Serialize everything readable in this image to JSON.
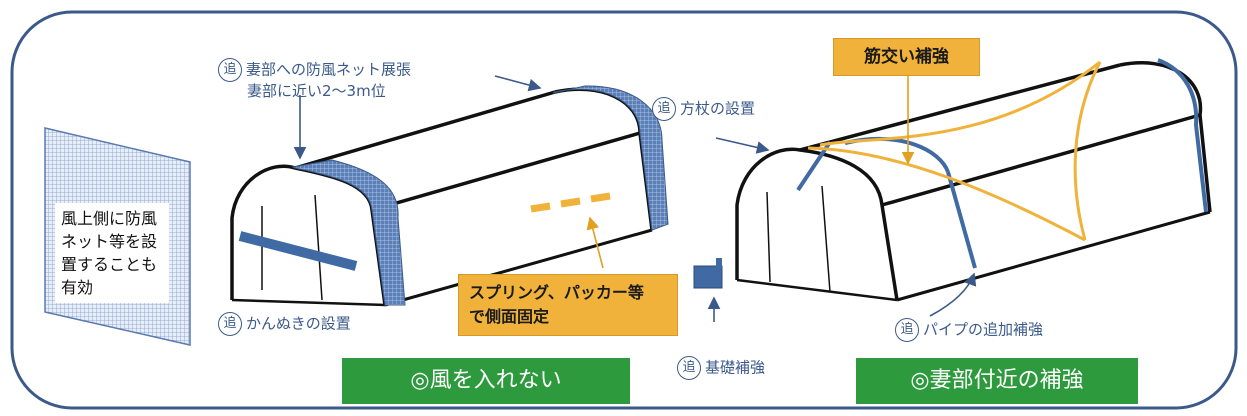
{
  "net_panel": {
    "label": "風上側に防風ネット等を設置することも有効"
  },
  "tag_glyph": "追",
  "annotations": {
    "gable_net_line1": "妻部への防風ネット展張",
    "gable_net_line2": "妻部に近い2～3m位",
    "brace": "かんぬきの設置",
    "rectangular_post": "方杖の設置",
    "foundation": "基礎補強",
    "pipe": "パイプの追加補強"
  },
  "callouts": {
    "spring_line1": "スプリング、パッカー等",
    "spring_line2": "で側面固定",
    "cross_brace": "筋交い補強"
  },
  "banners": {
    "left": "◎風を入れない",
    "right": "◎妻部付近の補強"
  },
  "colors": {
    "frame_border": "#3b5a8a",
    "accent_orange": "#f0b23a",
    "banner_green": "#2e9a3e",
    "pipe_blue": "#3f6aa3"
  }
}
